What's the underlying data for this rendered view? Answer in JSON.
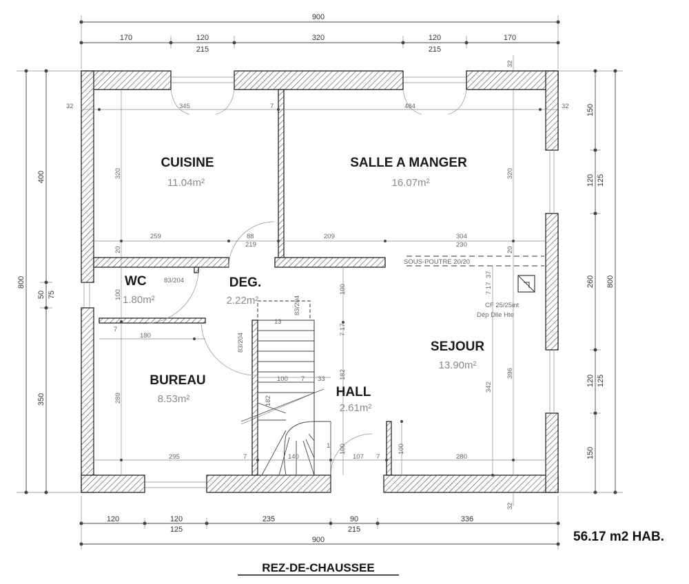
{
  "drawing": {
    "title": "REZ-DE-CHAUSSEE",
    "total_area": "56.17 m2 HAB."
  },
  "rooms": {
    "cuisine": {
      "name": "CUISINE",
      "area": "11.04m²"
    },
    "salle": {
      "name": "SALLE A MANGER",
      "area": "16.07m²"
    },
    "wc": {
      "name": "WC",
      "area": "1.80m²"
    },
    "deg": {
      "name": "DEG.",
      "area": "2.22m²"
    },
    "sejour": {
      "name": "SEJOUR",
      "area": "13.90m²"
    },
    "bureau": {
      "name": "BUREAU",
      "area": "8.53m²"
    },
    "hall": {
      "name": "HALL",
      "area": "2.61m²"
    }
  },
  "dims_top": {
    "overall": "900",
    "segments": [
      "170",
      "120",
      "320",
      "120",
      "170"
    ],
    "sub_a": "215",
    "sub_b": "215"
  },
  "dims_bottom": {
    "overall": "900",
    "segments": [
      "120",
      "120",
      "235",
      "90",
      "336"
    ],
    "sub_a": "125",
    "sub_b": "215"
  },
  "dims_left": {
    "overall": "800",
    "segments": [
      "400",
      "50",
      "350"
    ],
    "sub": "75"
  },
  "dims_right": {
    "overall": "800",
    "segments": [
      "150",
      "120",
      "260",
      "120",
      "150"
    ],
    "sub_a": "125",
    "sub_b": "125"
  },
  "interior_dims": {
    "d_32_left": "32",
    "d_345": "345",
    "d_7_top": "7",
    "d_484": "484",
    "d_32_right": "32",
    "d_32_top": "32",
    "d_32_bottom": "32",
    "d_320_a": "320",
    "d_320_b": "320",
    "d_259": "259",
    "d_88": "88",
    "d_219": "219",
    "d_209": "209",
    "d_304": "304",
    "d_230": "230",
    "d_20_a": "20",
    "d_20_b": "20",
    "sous_poutre": "SOUS-POUTRE 20/20",
    "d_83_204_a": "83/204",
    "d_83_204_b": "83/204",
    "d_83_204_c": "83/204",
    "d_100_a": "100",
    "d_100_b": "100",
    "d_100_c": "100",
    "d_100_d": "100",
    "d_7_wc": "7",
    "d_180": "180",
    "d_13": "13",
    "d_7_17_a": "7 17",
    "d_7_17_b": "7 17",
    "d_37_a": "37",
    "cf": "CF 25/25int",
    "dep": "Dép Dlle Hte",
    "d_100_e": "100",
    "d_7_100": "7",
    "d_33": "33",
    "d_182_a": "182",
    "d_182_b": "182",
    "d_342": "342",
    "d_396": "396",
    "d_289": "289",
    "d_295": "295",
    "d_7_bot_a": "7",
    "d_140": "140",
    "d_1": "1",
    "d_107": "107",
    "d_7_bot_b": "7",
    "d_280": "280"
  }
}
